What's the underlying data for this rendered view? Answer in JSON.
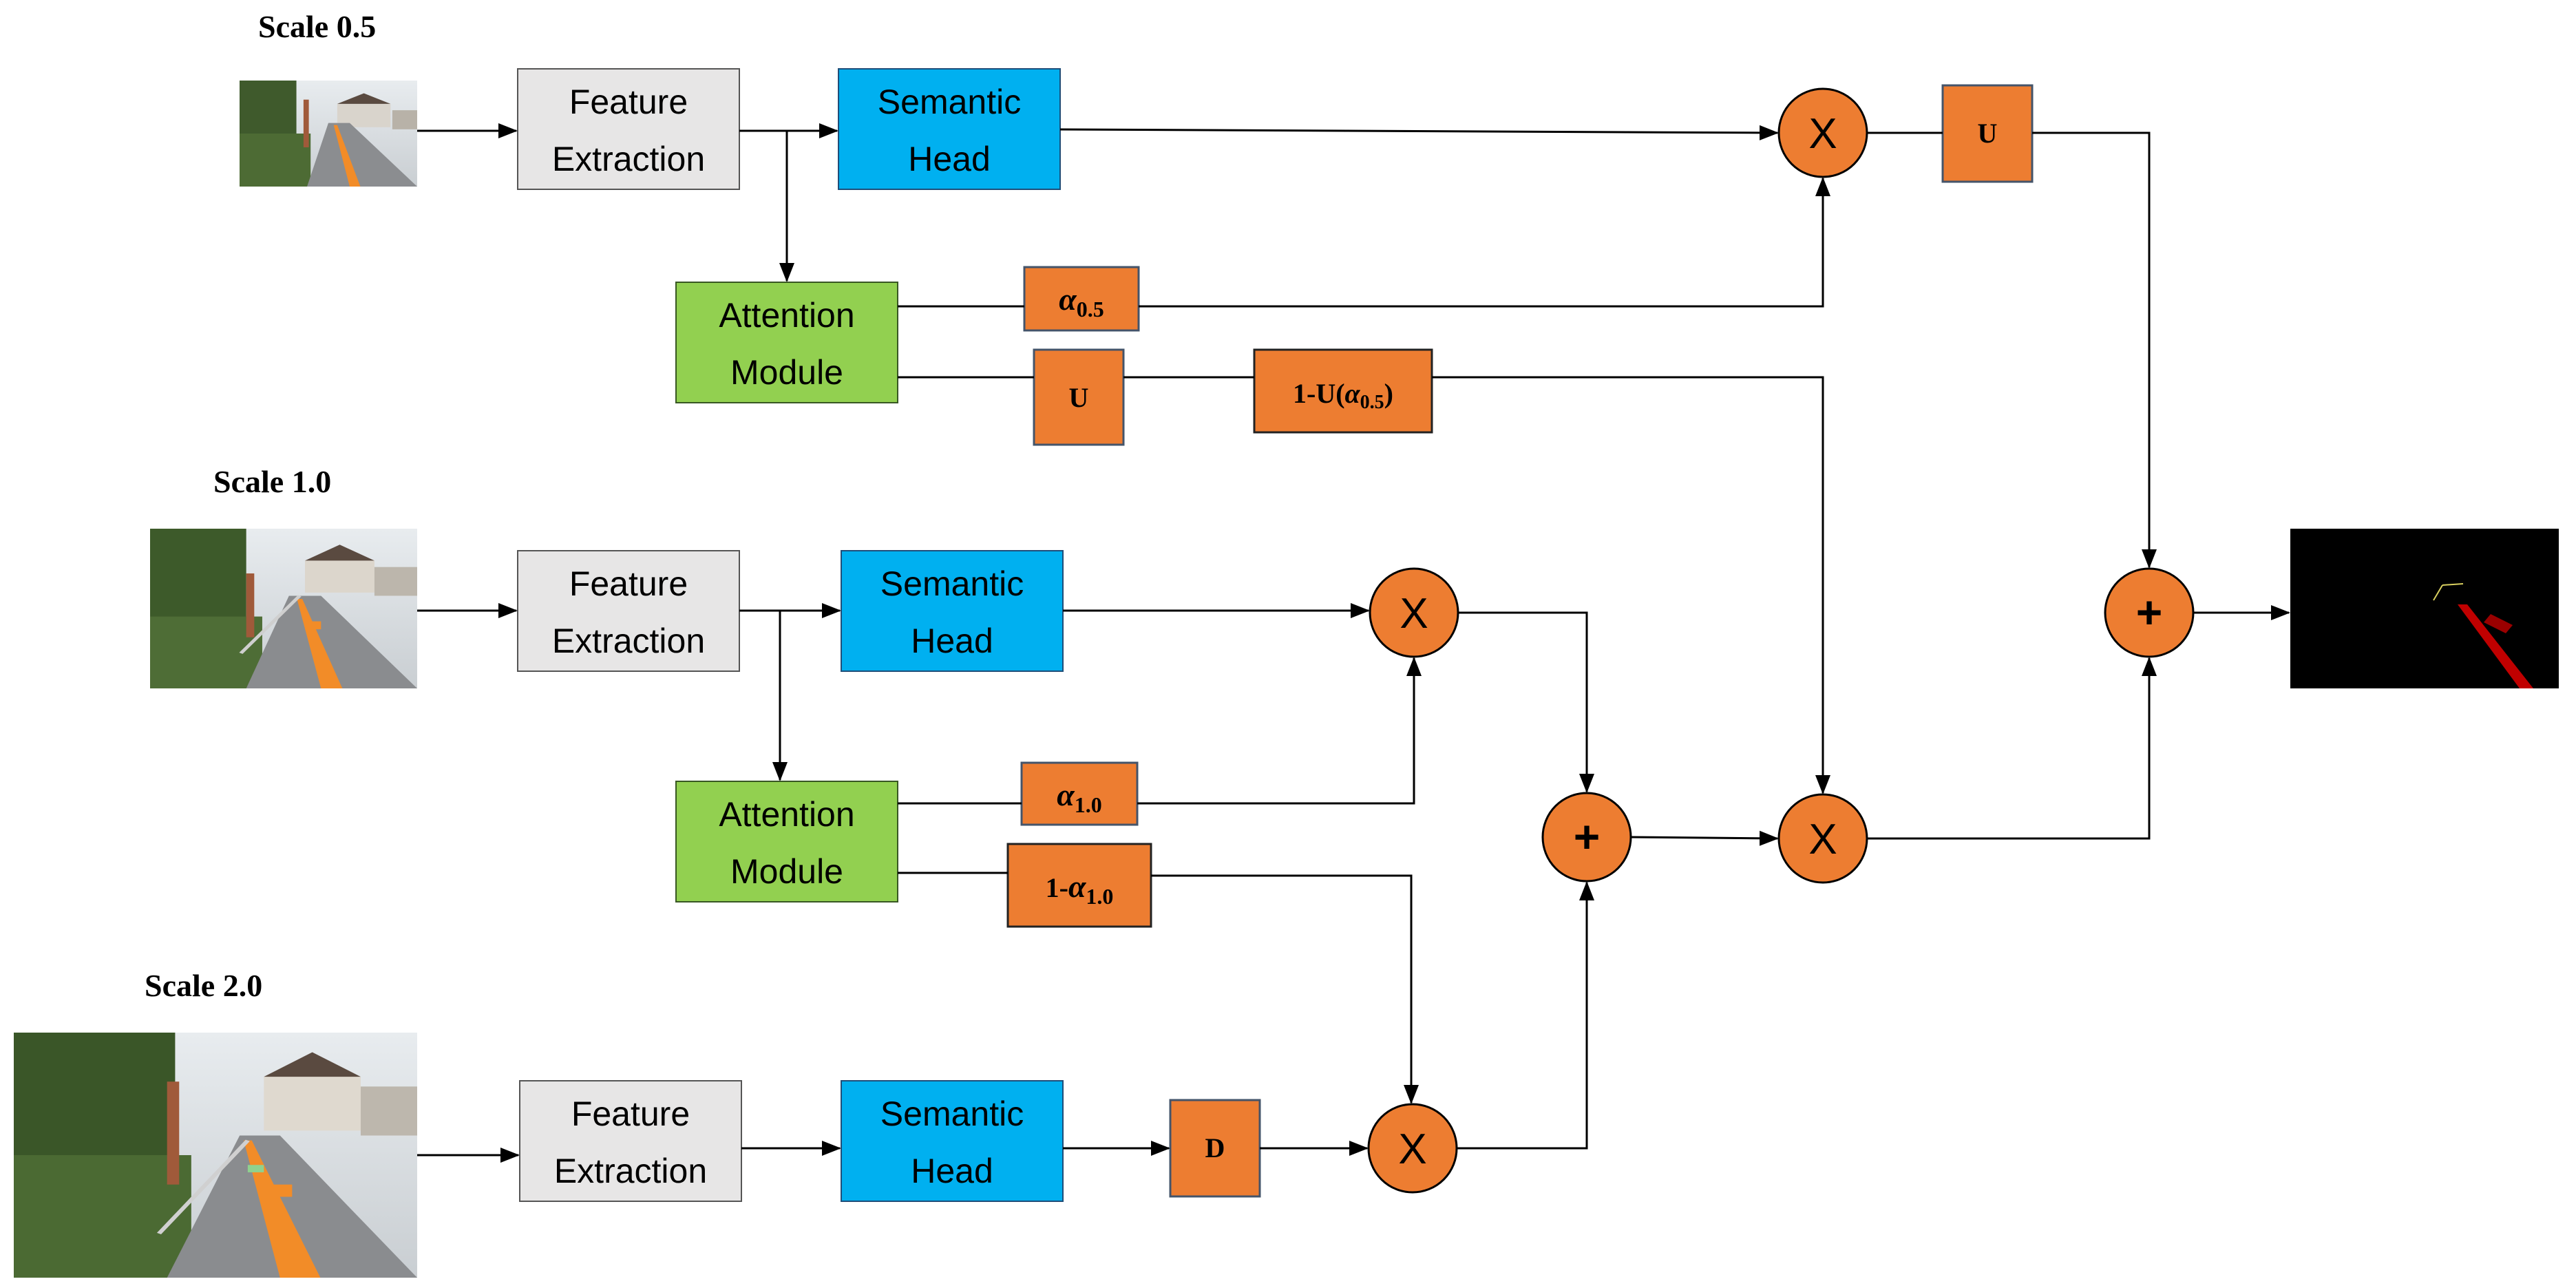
{
  "scales": {
    "s05": {
      "label": "Scale 0.5"
    },
    "s10": {
      "label": "Scale 1.0"
    },
    "s20": {
      "label": "Scale 2.0"
    }
  },
  "blocks": {
    "feature_extraction": [
      "Feature",
      "Extraction"
    ],
    "semantic_head": [
      "Semantic",
      "Head"
    ],
    "attention_module": [
      "Attention",
      "Module"
    ]
  },
  "ops": {
    "upsample": "U",
    "downsample": "D",
    "multiply": "X",
    "add": "+"
  },
  "weights": {
    "alpha_symbol": "α",
    "alpha_05_sub": "0.5",
    "alpha_10_sub": "1.0",
    "one_minus_u_prefix": "1-U(",
    "one_minus_u_suffix": ")",
    "one_minus_prefix": "1-"
  },
  "colors": {
    "semantic_head": "#00b0f0",
    "attention_module": "#92d050",
    "feature_extraction": "#e7e6e6",
    "operator": "#ed7d31",
    "operator_border": "#44546a",
    "output_background": "#000000",
    "lane_marking": "#f28c28",
    "predicted_lane": "#c00000"
  }
}
